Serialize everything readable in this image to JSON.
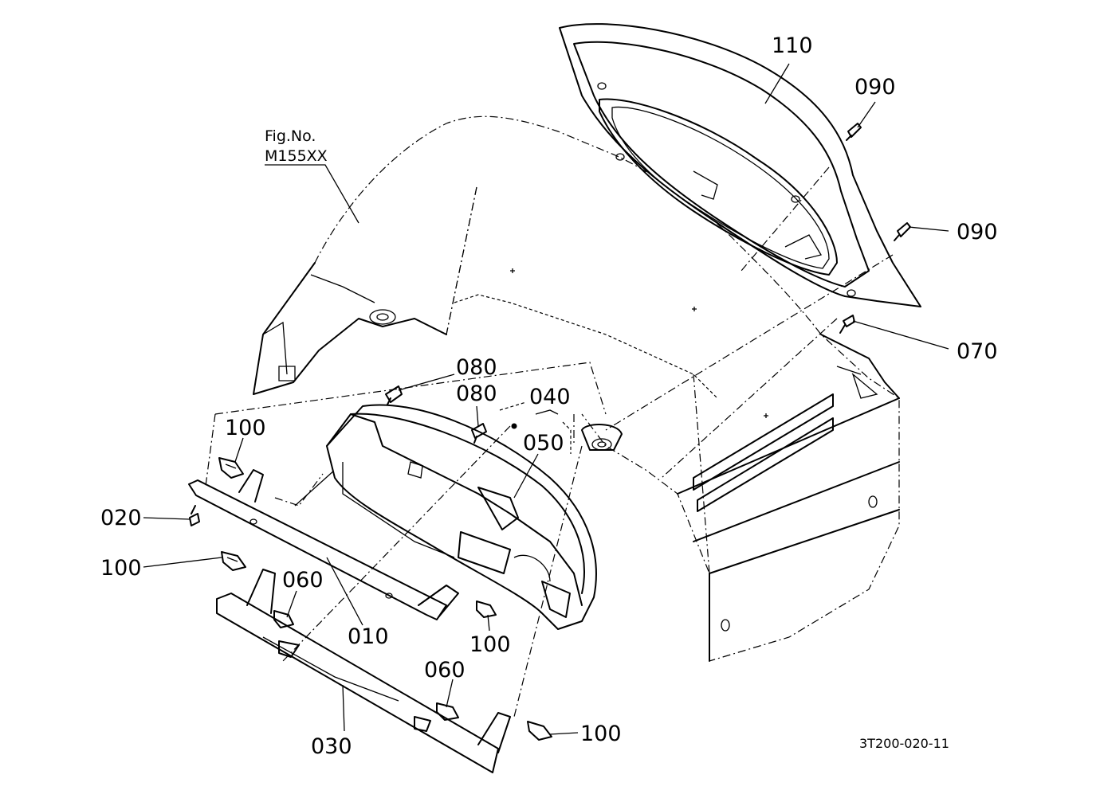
{
  "figure": {
    "ref_line1": "Fig.No.",
    "ref_line2": "M155XX",
    "drawing_code": "3T200-020-11"
  },
  "callouts": [
    {
      "id": "110",
      "label": "110"
    },
    {
      "id": "090a",
      "label": "090"
    },
    {
      "id": "090b",
      "label": "090"
    },
    {
      "id": "070",
      "label": "070"
    },
    {
      "id": "080a",
      "label": "080"
    },
    {
      "id": "080b",
      "label": "080"
    },
    {
      "id": "040",
      "label": "040"
    },
    {
      "id": "050",
      "label": "050"
    },
    {
      "id": "100a",
      "label": "100"
    },
    {
      "id": "020",
      "label": "020"
    },
    {
      "id": "100b",
      "label": "100"
    },
    {
      "id": "060a",
      "label": "060"
    },
    {
      "id": "010",
      "label": "010"
    },
    {
      "id": "100c",
      "label": "100"
    },
    {
      "id": "060b",
      "label": "060"
    },
    {
      "id": "030",
      "label": "030"
    },
    {
      "id": "100d",
      "label": "100"
    }
  ]
}
